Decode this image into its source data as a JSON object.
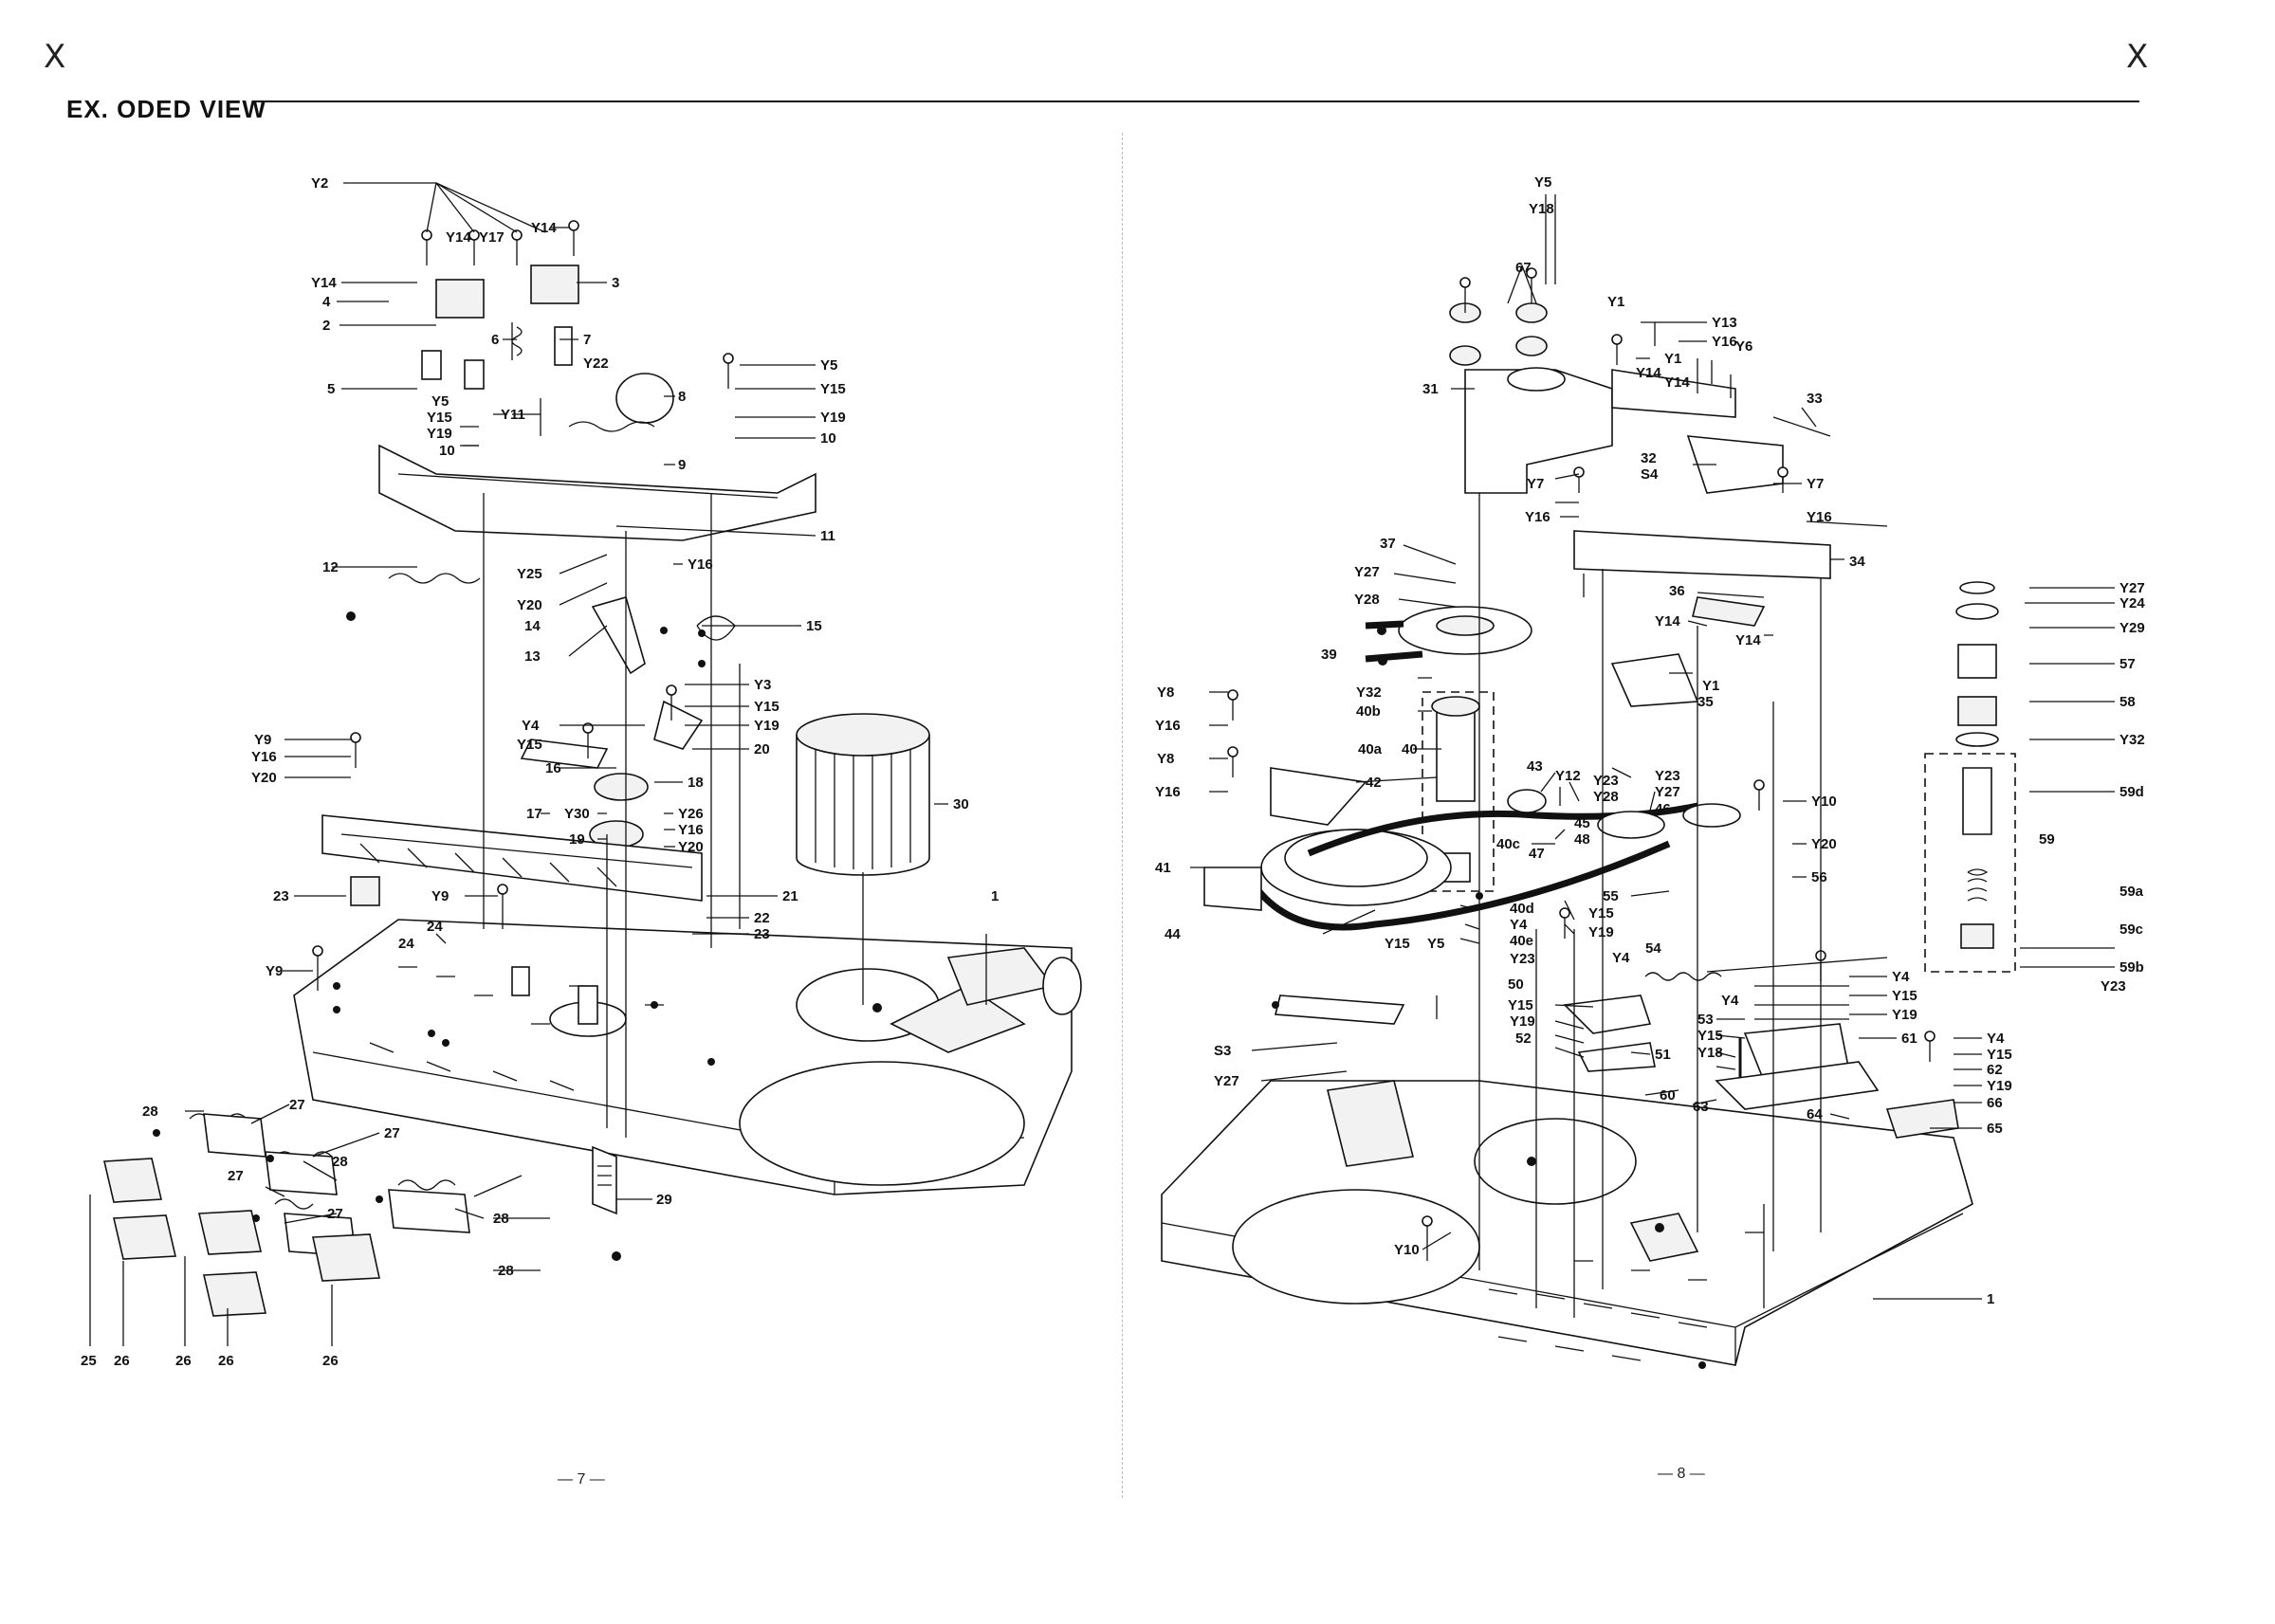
{
  "heading": "EX. ODED VIEW",
  "corner_marks": {
    "left": "X",
    "right": "X"
  },
  "page_numbers": {
    "left": "— 7 —",
    "right": "— 8 —"
  },
  "left_labels": [
    "Y2",
    "Y14",
    "Y17",
    "Y14",
    "Y14",
    "4",
    "2",
    "3",
    "6",
    "7",
    "Y22",
    "5",
    "Y5",
    "Y15",
    "Y19",
    "Y11",
    "8",
    "10",
    "9",
    "Y5",
    "Y15",
    "Y19",
    "10",
    "11",
    "12",
    "Y25",
    "Y16",
    "Y20",
    "14",
    "13",
    "15",
    "Y3",
    "Y15",
    "Y19",
    "Y4",
    "Y15",
    "20",
    "Y9",
    "Y16",
    "Y20",
    "16",
    "18",
    "17",
    "Y30",
    "Y26",
    "19",
    "Y16",
    "Y20",
    "30",
    "23",
    "Y9",
    "21",
    "24",
    "22",
    "23",
    "Y9",
    "24",
    "1",
    "28",
    "27",
    "27",
    "28",
    "27",
    "27",
    "28",
    "29",
    "28",
    "25",
    "26",
    "26",
    "26",
    "26"
  ],
  "right_labels": [
    "Y5",
    "Y18",
    "67",
    "Y1",
    "Y13",
    "Y16",
    "Y1",
    "Y6",
    "Y14",
    "Y14",
    "31",
    "33",
    "32",
    "S4",
    "Y7",
    "Y7",
    "Y16",
    "Y16",
    "37",
    "Y27",
    "34",
    "Y28",
    "36",
    "Y27",
    "Y24",
    "Y14",
    "Y14",
    "Y29",
    "39",
    "Y1",
    "57",
    "35",
    "Y32",
    "58",
    "Y8",
    "40b",
    "Y16",
    "Y32",
    "Y8",
    "40a",
    "40",
    "43",
    "Y12",
    "Y23",
    "Y23",
    "Y16",
    "42",
    "Y28",
    "Y27",
    "Y10",
    "46",
    "59d",
    "45",
    "48",
    "40c",
    "47",
    "Y20",
    "41",
    "55",
    "56",
    "Y15",
    "59",
    "Y19",
    "44",
    "59a",
    "Y15",
    "Y5",
    "40d",
    "Y4",
    "40e",
    "54",
    "59c",
    "Y23",
    "Y4",
    "59b",
    "50",
    "Y4",
    "Y23",
    "Y15",
    "Y4",
    "Y15",
    "Y19",
    "53",
    "Y19",
    "Y15",
    "52",
    "Y18",
    "51",
    "61",
    "S3",
    "Y4",
    "Y15",
    "62",
    "Y19",
    "60",
    "63",
    "66",
    "Y27",
    "64",
    "65",
    "Y10",
    "1"
  ]
}
